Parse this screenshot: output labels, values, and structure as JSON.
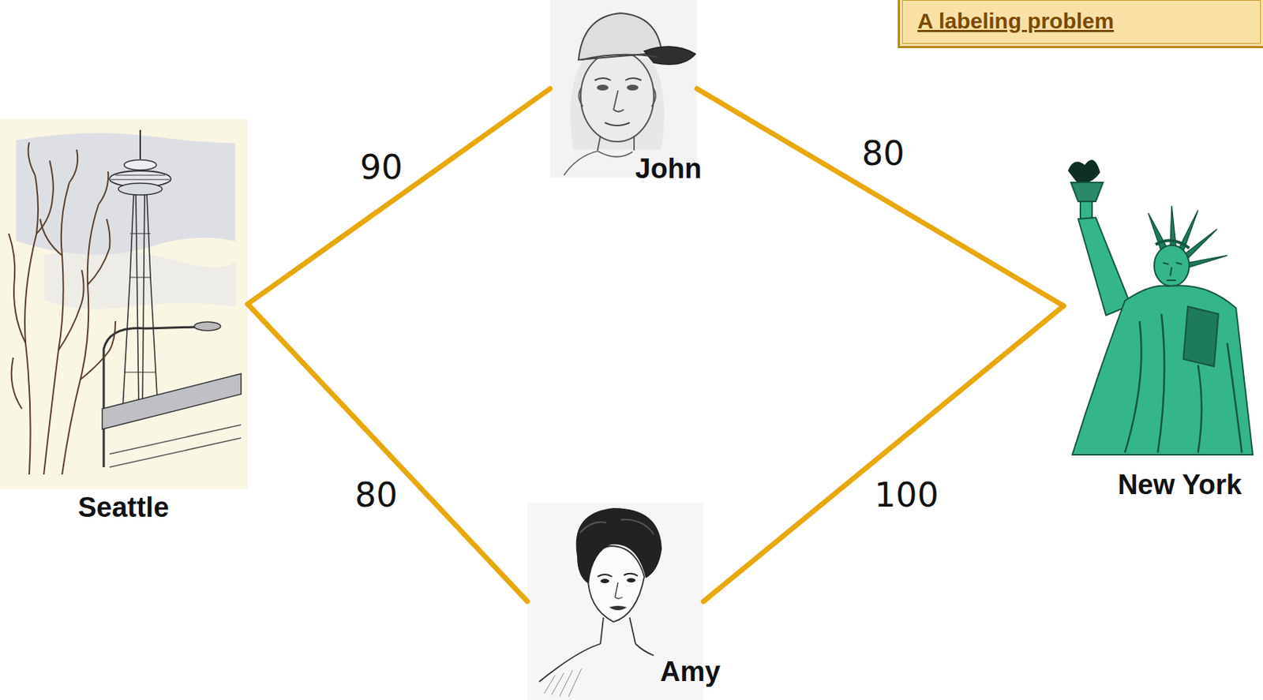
{
  "diagram": {
    "title": "A labeling problem",
    "nodes": [
      {
        "text": [
          "Seattle"
        ]
      },
      {
        "text": [
          "John"
        ]
      },
      {
        "text": [
          "New York"
        ]
      },
      {
        "text": [
          "Amy"
        ]
      }
    ],
    "edges": [
      {
        "from": 0,
        "to": 1,
        "label": "90",
        "arrow": "none"
      },
      {
        "from": 1,
        "to": 2,
        "label": "80",
        "arrow": "none"
      },
      {
        "from": 0,
        "to": 3,
        "label": "80",
        "arrow": "none"
      },
      {
        "from": 3,
        "to": 2,
        "label": "100",
        "arrow": "none"
      }
    ]
  }
}
